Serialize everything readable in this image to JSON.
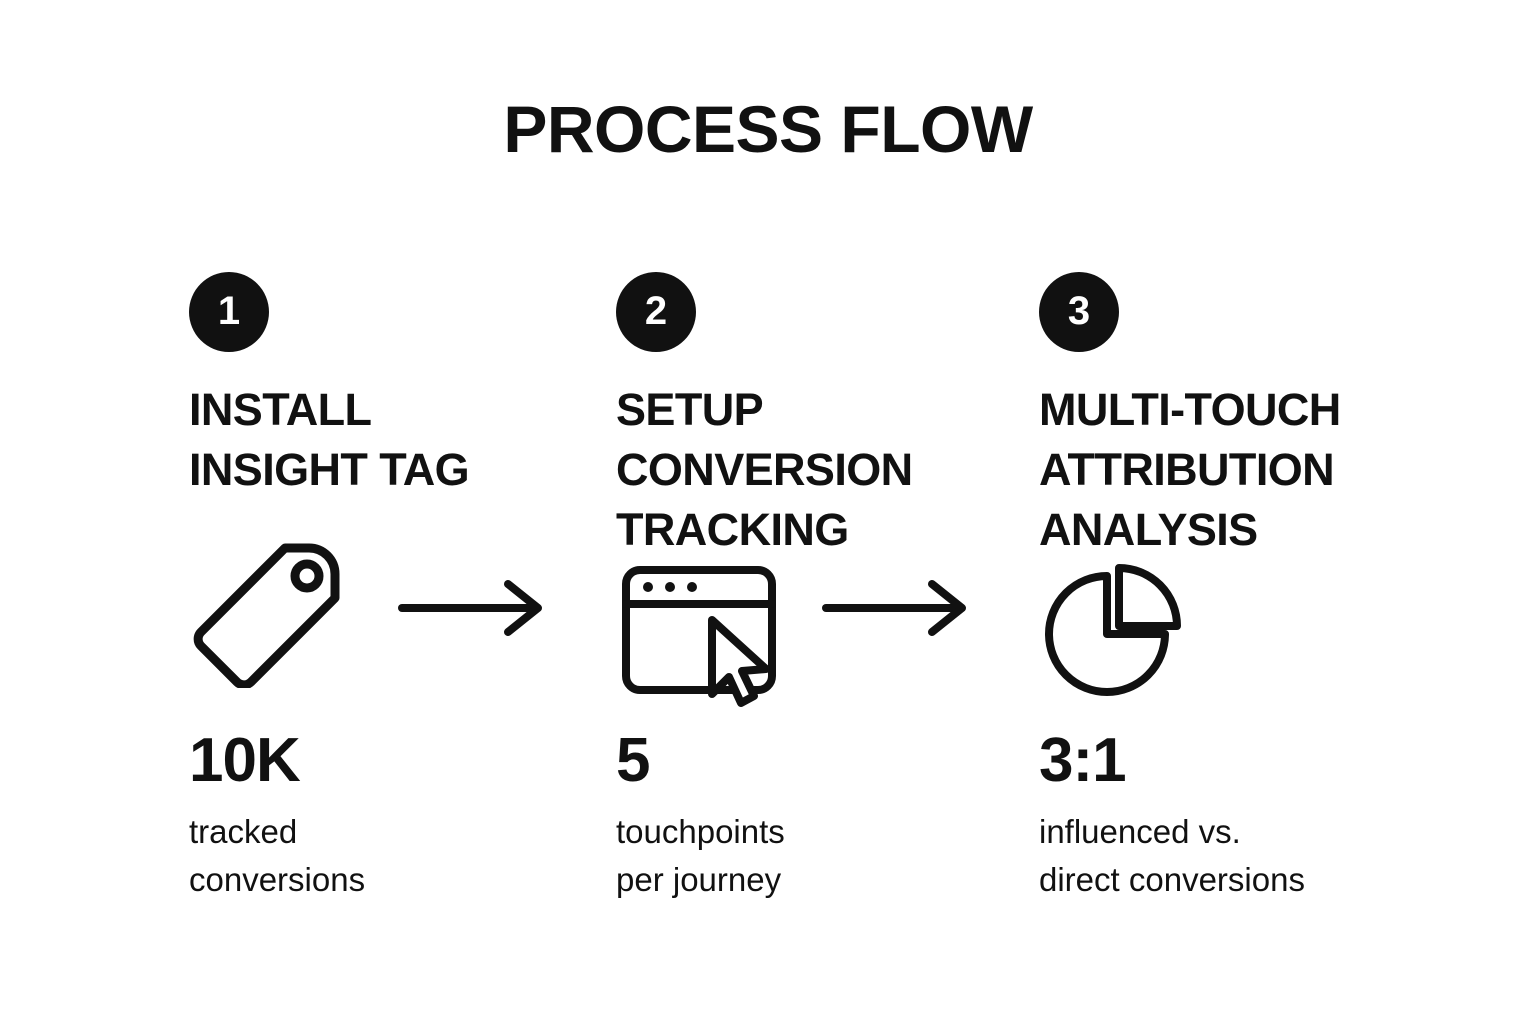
{
  "page": {
    "title": "PROCESS FLOW",
    "background_color": "#ffffff",
    "ink_color": "#111111",
    "badge_text_color": "#ffffff"
  },
  "steps": [
    {
      "number": "1",
      "heading": "INSTALL\nINSIGHT TAG",
      "icon": "price-tag-icon",
      "stat_value": "10K",
      "stat_caption": "tracked\nconversions"
    },
    {
      "number": "2",
      "heading": "SETUP\nCONVERSION\nTRACKING",
      "icon": "browser-window-cursor-icon",
      "stat_value": "5",
      "stat_caption": "touchpoints\nper journey"
    },
    {
      "number": "3",
      "heading": "MULTI-TOUCH\nATTRIBUTION\nANALYSIS",
      "icon": "pie-chart-exploded-icon",
      "stat_value": "3:1",
      "stat_caption": "influenced vs.\ndirect conversions"
    }
  ],
  "connectors": [
    {
      "name": "arrow-step-1-to-2",
      "icon": "arrow-right-icon"
    },
    {
      "name": "arrow-step-2-to-3",
      "icon": "arrow-right-icon"
    }
  ]
}
